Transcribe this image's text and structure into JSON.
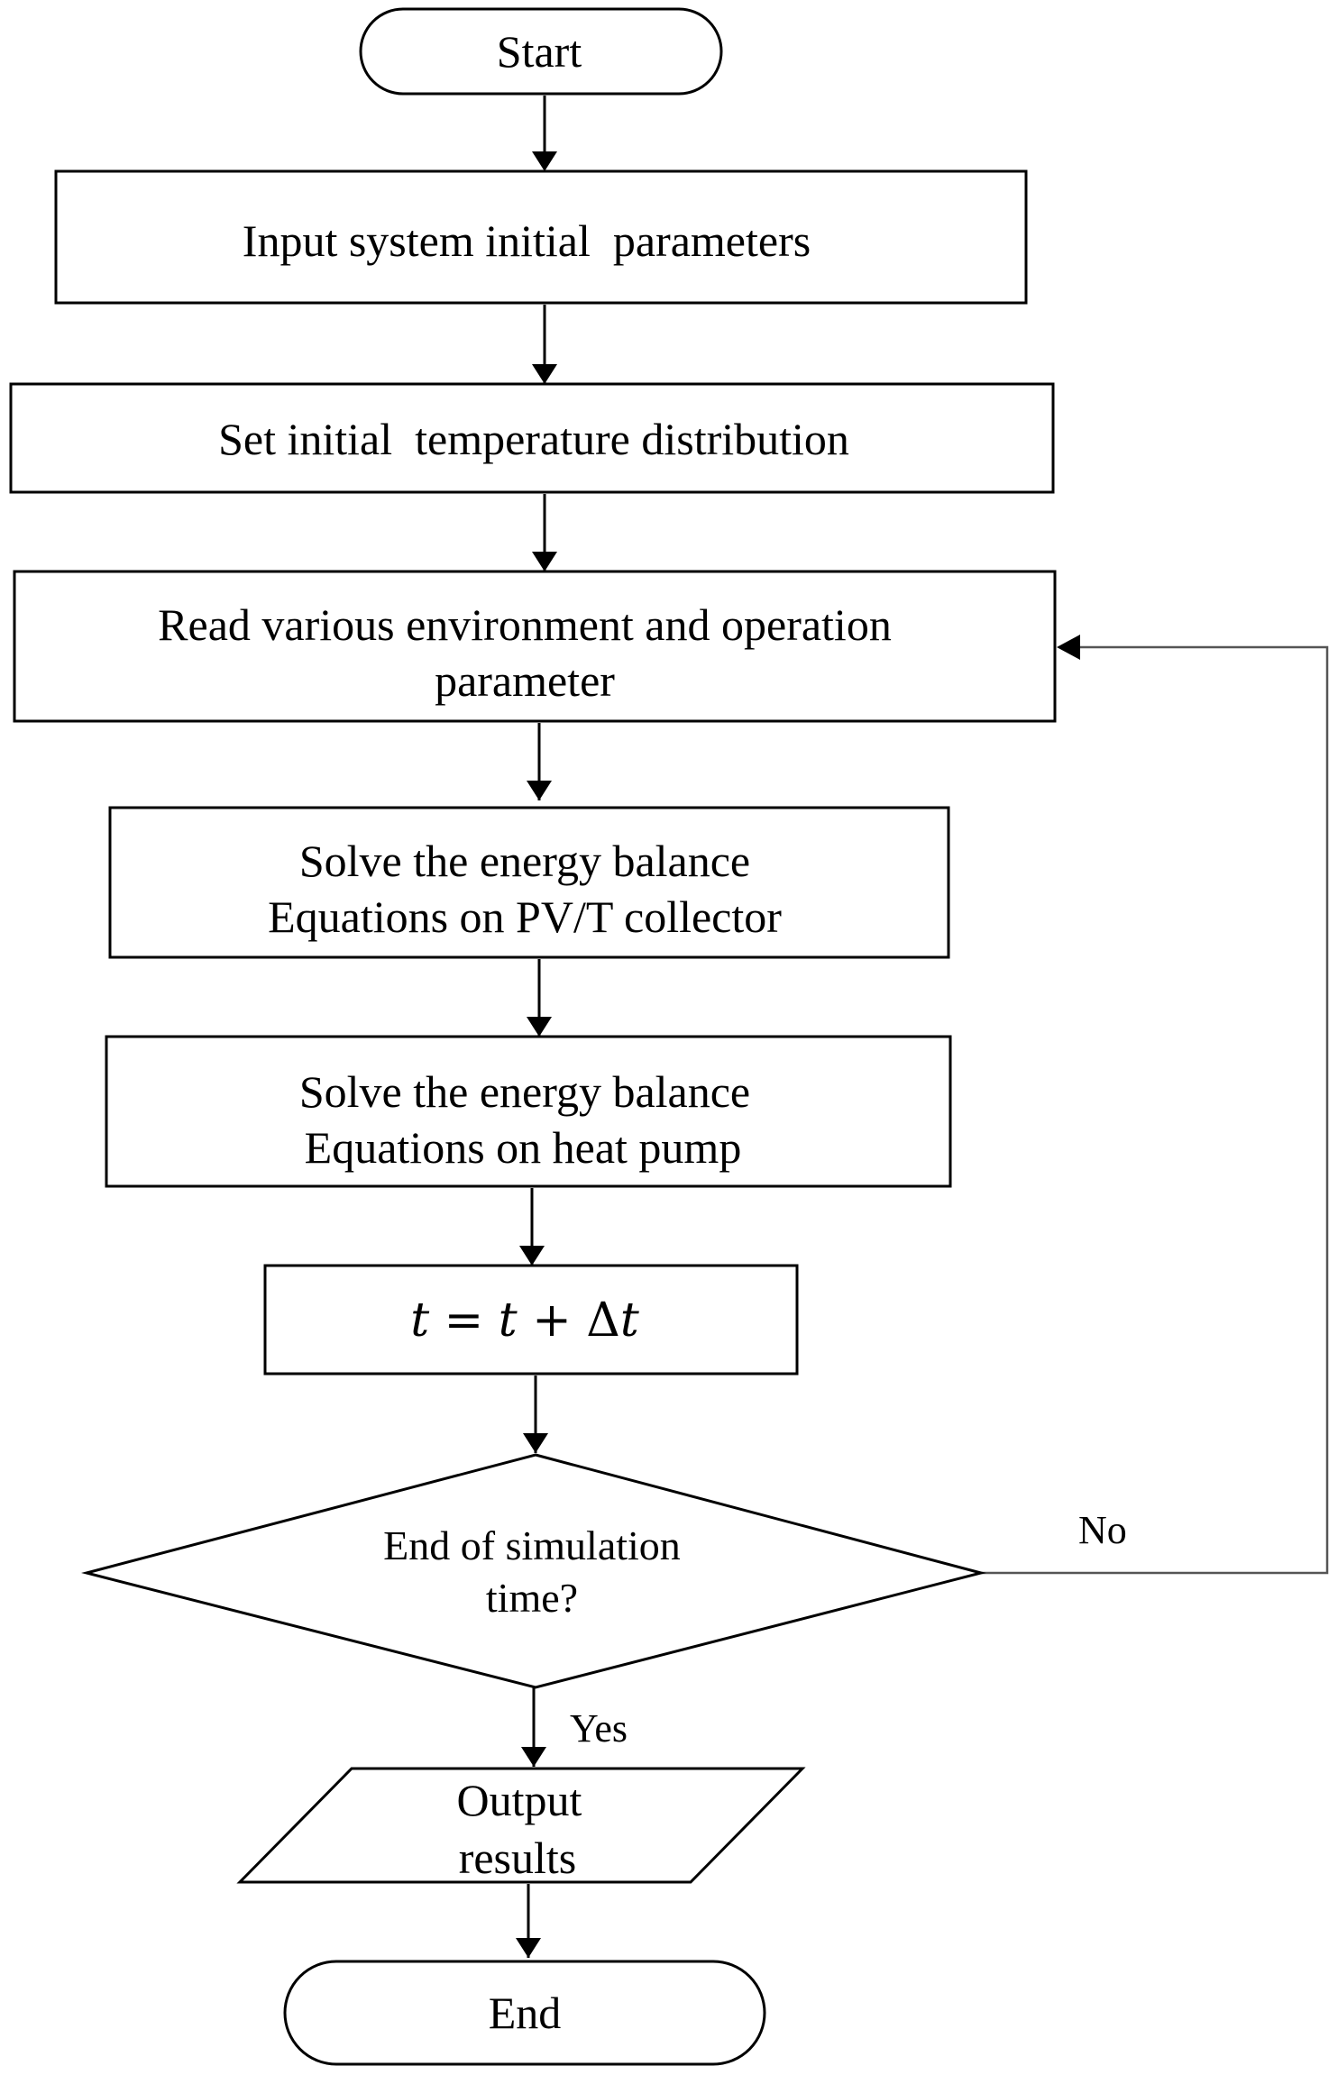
{
  "nodes": {
    "start": "Start",
    "input_params": "Input system initial  parameters",
    "set_temp": "Set initial  temperature distribution",
    "read_params": [
      "Read various environment and operation",
      "parameter"
    ],
    "solve_pvt": [
      "Solve the energy balance",
      "Equations on PV/T collector"
    ],
    "solve_hp": [
      "Solve the energy balance",
      "Equations on heat pump"
    ],
    "time_step": {
      "lhs": "t",
      "eq": " = ",
      "t2": "t",
      "plus": " + Δ",
      "t3": "t"
    },
    "decision": [
      "End of simulation",
      "time?"
    ],
    "output": [
      "Output",
      "results"
    ],
    "end": "End"
  },
  "edge_labels": {
    "no": "No",
    "yes": "Yes"
  }
}
